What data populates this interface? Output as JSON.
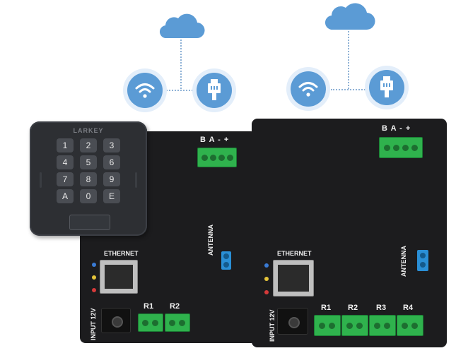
{
  "keypad": {
    "brand": "LARKEY",
    "keys": [
      "1",
      "2",
      "3",
      "4",
      "5",
      "6",
      "7",
      "8",
      "9",
      "A",
      "0",
      "E"
    ]
  },
  "board_left": {
    "bus_label": "B A - +",
    "ethernet_label": "ETHERNET",
    "antenna_label": "ANTENNA",
    "input_label": "INPUT 12V",
    "relays": [
      "R1",
      "R2"
    ]
  },
  "board_right": {
    "bus_label": "B A - +",
    "ethernet_label": "ETHERNET",
    "antenna_label": "ANTENNA",
    "input_label": "INPUT 12V",
    "relays": [
      "R1",
      "R2",
      "R3",
      "R4"
    ]
  },
  "colors": {
    "cloud": "#5b9bd5",
    "board": "#1c1c1e",
    "terminal": "#2fb24d",
    "antenna": "#2a8fd6"
  },
  "icons": [
    "cloud-icon",
    "wifi-icon",
    "ethernet-plug-icon"
  ]
}
